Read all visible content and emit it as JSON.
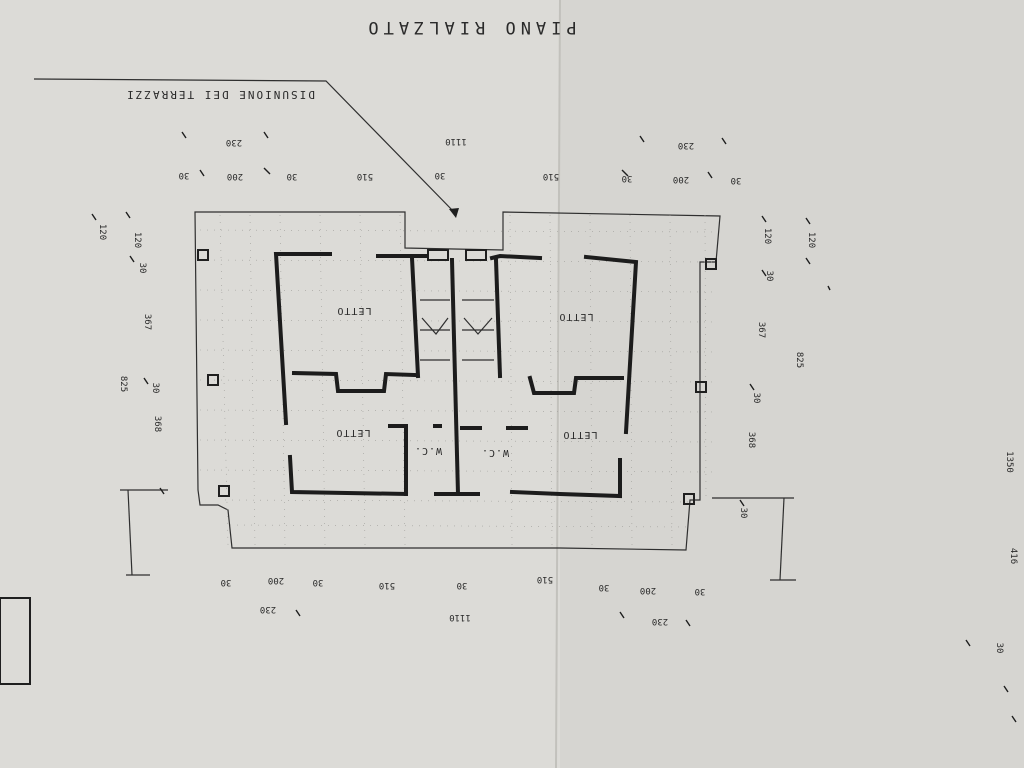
{
  "drawing": {
    "title": "PIANO RIALZATO",
    "subtitle": "DISUNIONE DEI TERRAZZI",
    "rooms": [
      {
        "id": "letto-tl",
        "label": "LETTO"
      },
      {
        "id": "letto-tr",
        "label": "LETTO"
      },
      {
        "id": "letto-bl",
        "label": "LETTO"
      },
      {
        "id": "letto-br",
        "label": "LETTO"
      },
      {
        "id": "wc-l",
        "label": "W.C."
      },
      {
        "id": "wc-r",
        "label": "W.C."
      }
    ],
    "dimensions": {
      "top": [
        "230",
        "1110",
        "230",
        "30",
        "200",
        "30",
        "510",
        "30",
        "510",
        "30",
        "200",
        "30"
      ],
      "bottom": [
        "30",
        "200",
        "30",
        "510",
        "30",
        "510",
        "30",
        "200",
        "30",
        "230",
        "1110",
        "230"
      ],
      "left": [
        "120",
        "120",
        "30",
        "367",
        "825",
        "30",
        "368"
      ],
      "right": [
        "120",
        "120",
        "30",
        "367",
        "825",
        "30",
        "368",
        "1350",
        "30",
        "416",
        "30"
      ]
    }
  }
}
